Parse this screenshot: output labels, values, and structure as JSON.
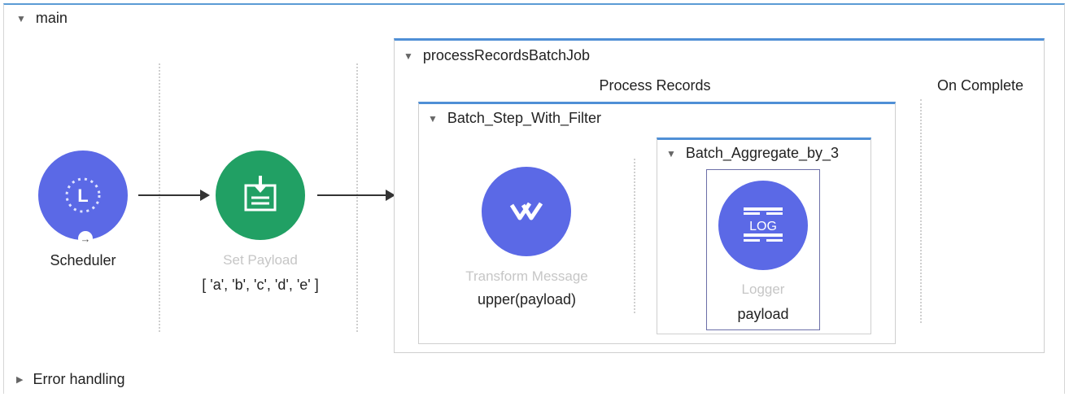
{
  "flow": {
    "title": "main",
    "error_handling_label": "Error handling"
  },
  "components": {
    "scheduler": {
      "label": "Scheduler",
      "icon": "clock-icon"
    },
    "set_payload": {
      "label": "Set Payload",
      "value": "[ 'a', 'b', 'c', 'd', 'e' ]",
      "icon": "download-doc-icon"
    },
    "transform": {
      "label": "Transform Message",
      "value": "upper(payload)",
      "icon": "dataweave-icon"
    },
    "logger": {
      "label": "Logger",
      "value": "payload",
      "icon_text": "LOG"
    }
  },
  "batch_job": {
    "title": "processRecordsBatchJob",
    "process_records_label": "Process Records",
    "on_complete_label": "On Complete",
    "step": {
      "title": "Batch_Step_With_Filter"
    },
    "aggregator": {
      "title": "Batch_Aggregate_by_3"
    }
  },
  "colors": {
    "accent_blue": "#5b69e6",
    "accent_green": "#21a064",
    "frame_blue": "#4f8fd6"
  }
}
